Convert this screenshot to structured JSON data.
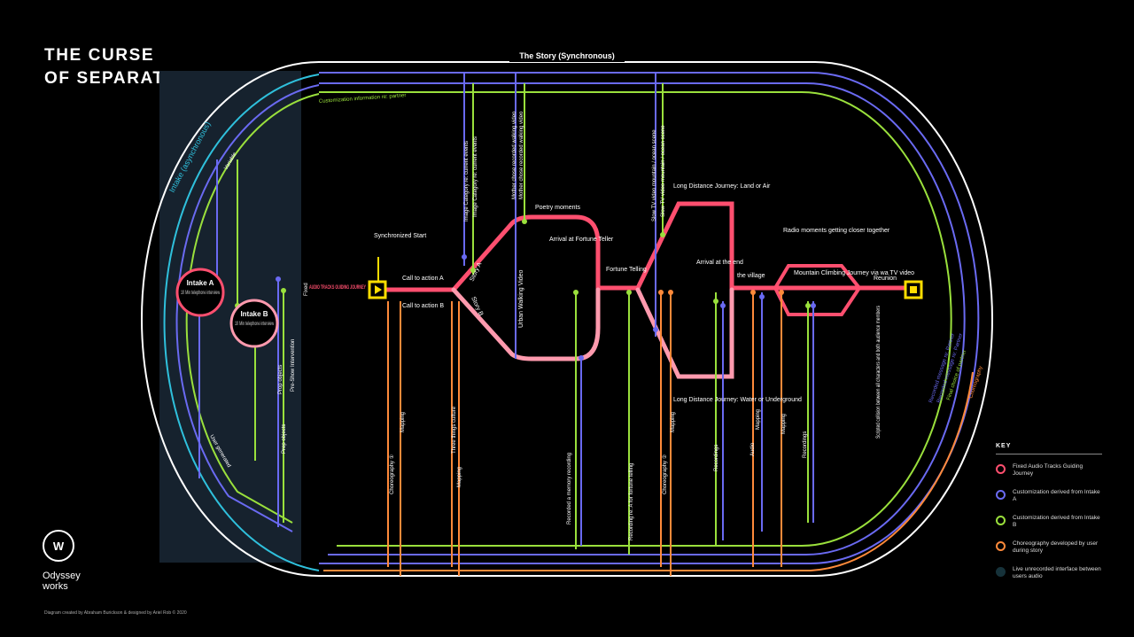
{
  "title": {
    "line1": "THE CURSE",
    "line2": "OF SEPARATION"
  },
  "top_label": "The Story (Synchronous)",
  "intake_label": "Intake (asynchronous)",
  "colors": {
    "fixed": "#ff4f6f",
    "fixed_soft": "#ff9aae",
    "intake_a": "#6a6af2",
    "intake_b": "#9ae03c",
    "choreo": "#ff8a3a",
    "live": "#2fc0dc",
    "start": "#ffdd00",
    "panel": "#16222e"
  },
  "intake_a": {
    "title": "Intake A",
    "desc": "10 Min telephone interview"
  },
  "intake_b": {
    "title": "Intake B",
    "desc": "10 Min telephone interview"
  },
  "labels": {
    "synchronized_start": "Synchronized Start",
    "audio_tracks": "AUDIO TRACKS GUIDING JOURNEY",
    "fixed": "Fixed",
    "call_a": "Call to action A",
    "call_b": "Call to action B",
    "story_a": "Story A",
    "story_b": "Story B",
    "poetry": "Poetry moments",
    "arrival_fortune": "Arrival at Fortune Teller",
    "fortune_telling": "Fortune Telling",
    "long_land": "Long Distance Journey: Land or Air",
    "arrival_end": "Arrival at the end",
    "long_water": "Long Distance Journey: Water or Underground",
    "the_village": "the village",
    "radio": "Radio moments getting closer together",
    "mountain": "Mountain Climbing Journey via wa TV video",
    "reunion": "Reunion",
    "urban_walking": "Urban Walking Video",
    "customization_partner": "Customization information re: partner",
    "variable": "Variable",
    "user_generated": "User generated",
    "preshow": "Pre-Show Intervention",
    "prop_objects": "Prop objects",
    "prep_objects": "Prep objects",
    "choreography_1": "Choreography ①",
    "choreography_2": "Choreography ②",
    "mapping": "Mapping",
    "recordings": "Recordings",
    "audio": "Audio",
    "image_category": "Image Category re: current events",
    "image_category_2": "Image Category re: current events",
    "three_things": "Three things culture",
    "mapping_2": "Mapping",
    "mapping_3": "Mapping",
    "fortune_telling_rec": "Recording re: A for fortune telling",
    "memory_rec": "Recorded a memory recording",
    "mother_video": "Mother chose recorded walking video",
    "mother_video_2": "Mother chose recorded walking video",
    "slow_tv": "Slow TV video mountain / ocean scene",
    "slow_tv_2": "Slow TV video mountain / ocean scene",
    "scripted_collision": "Scripted collision between all characters and both audience members",
    "recorded_partner": "Recorded message re: Partner",
    "recorded_partner_2": "Recorded message re: Partner",
    "final_choice": "Final choice of partner",
    "choreography_end": "Choreography"
  },
  "key": {
    "heading": "KEY",
    "items": [
      {
        "label": "Fixed Audio Tracks Guiding Journey"
      },
      {
        "label": "Customization derived from Intake A"
      },
      {
        "label": "Customization derived from Intake B"
      },
      {
        "label": "Choreography developed by user during story"
      },
      {
        "label": "Live unrecorded interface between users audio"
      }
    ]
  },
  "logo": {
    "letter": "W",
    "line1": "Odyssey",
    "line2": "works"
  },
  "credit": "Diagram created by Abraham Burickson & designed by Ariel Rob © 2020"
}
